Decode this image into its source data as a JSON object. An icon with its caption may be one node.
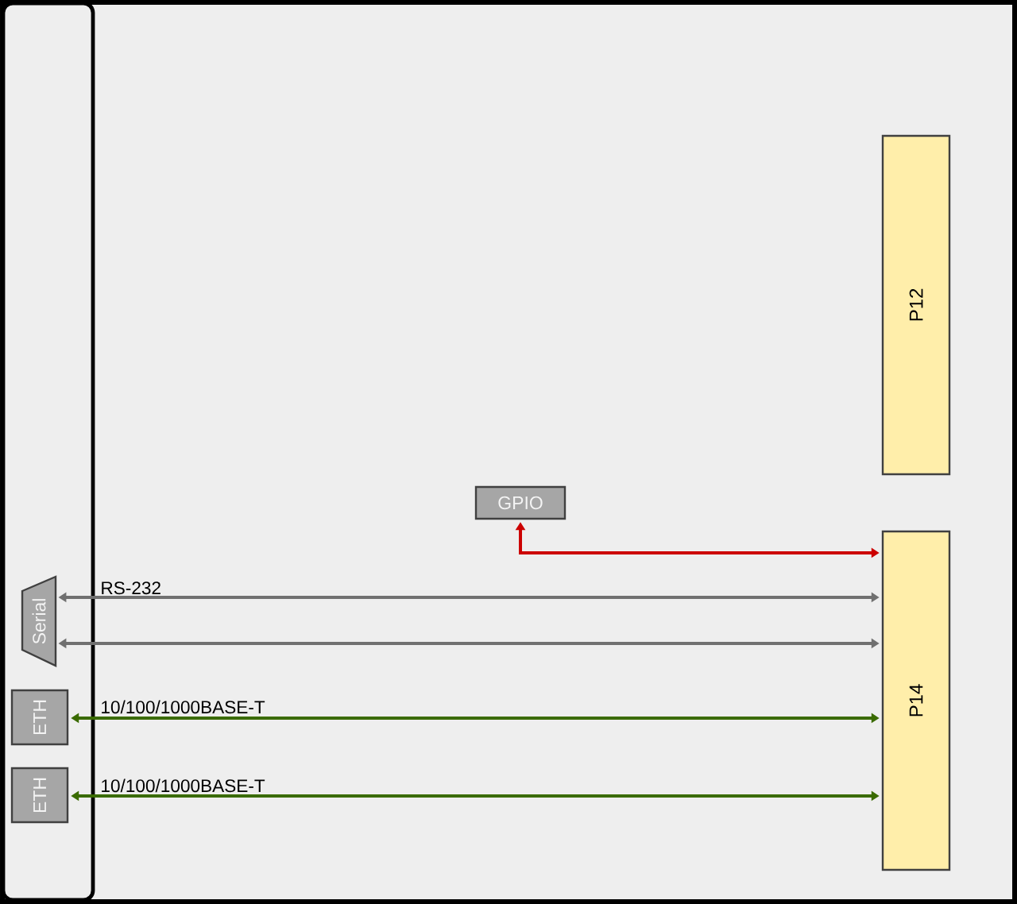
{
  "diagram": {
    "nodes": [
      {
        "text": [],
        "shape": "box"
      },
      {
        "text": [],
        "shape": "box",
        "in": 0
      },
      {
        "text": [
          "P12"
        ],
        "in": 0
      },
      {
        "text": [
          "GPIO"
        ],
        "in": 0
      },
      {
        "text": [
          "Serial"
        ],
        "in": 1
      },
      {
        "text": [
          "P14"
        ],
        "in": 0
      },
      {
        "text": [
          "ETH"
        ],
        "in": 1
      },
      {
        "text": [
          "ETH"
        ],
        "in": 1
      }
    ],
    "edges": [
      {
        "from": 3,
        "to": 5,
        "arrow": "both",
        "color": "#cc0000"
      },
      {
        "from": 4,
        "to": 5,
        "arrow": "both",
        "label": "RS-232",
        "color": "#707070"
      },
      {
        "from": 4,
        "to": 5,
        "arrow": "both",
        "color": "#707070"
      },
      {
        "from": 6,
        "to": 5,
        "arrow": "both",
        "label": "10/100/1000BASE-T",
        "color": "#3a6b00"
      },
      {
        "from": 7,
        "to": 5,
        "arrow": "both",
        "label": "10/100/1000BASE-T",
        "color": "#3a6b00"
      }
    ]
  }
}
